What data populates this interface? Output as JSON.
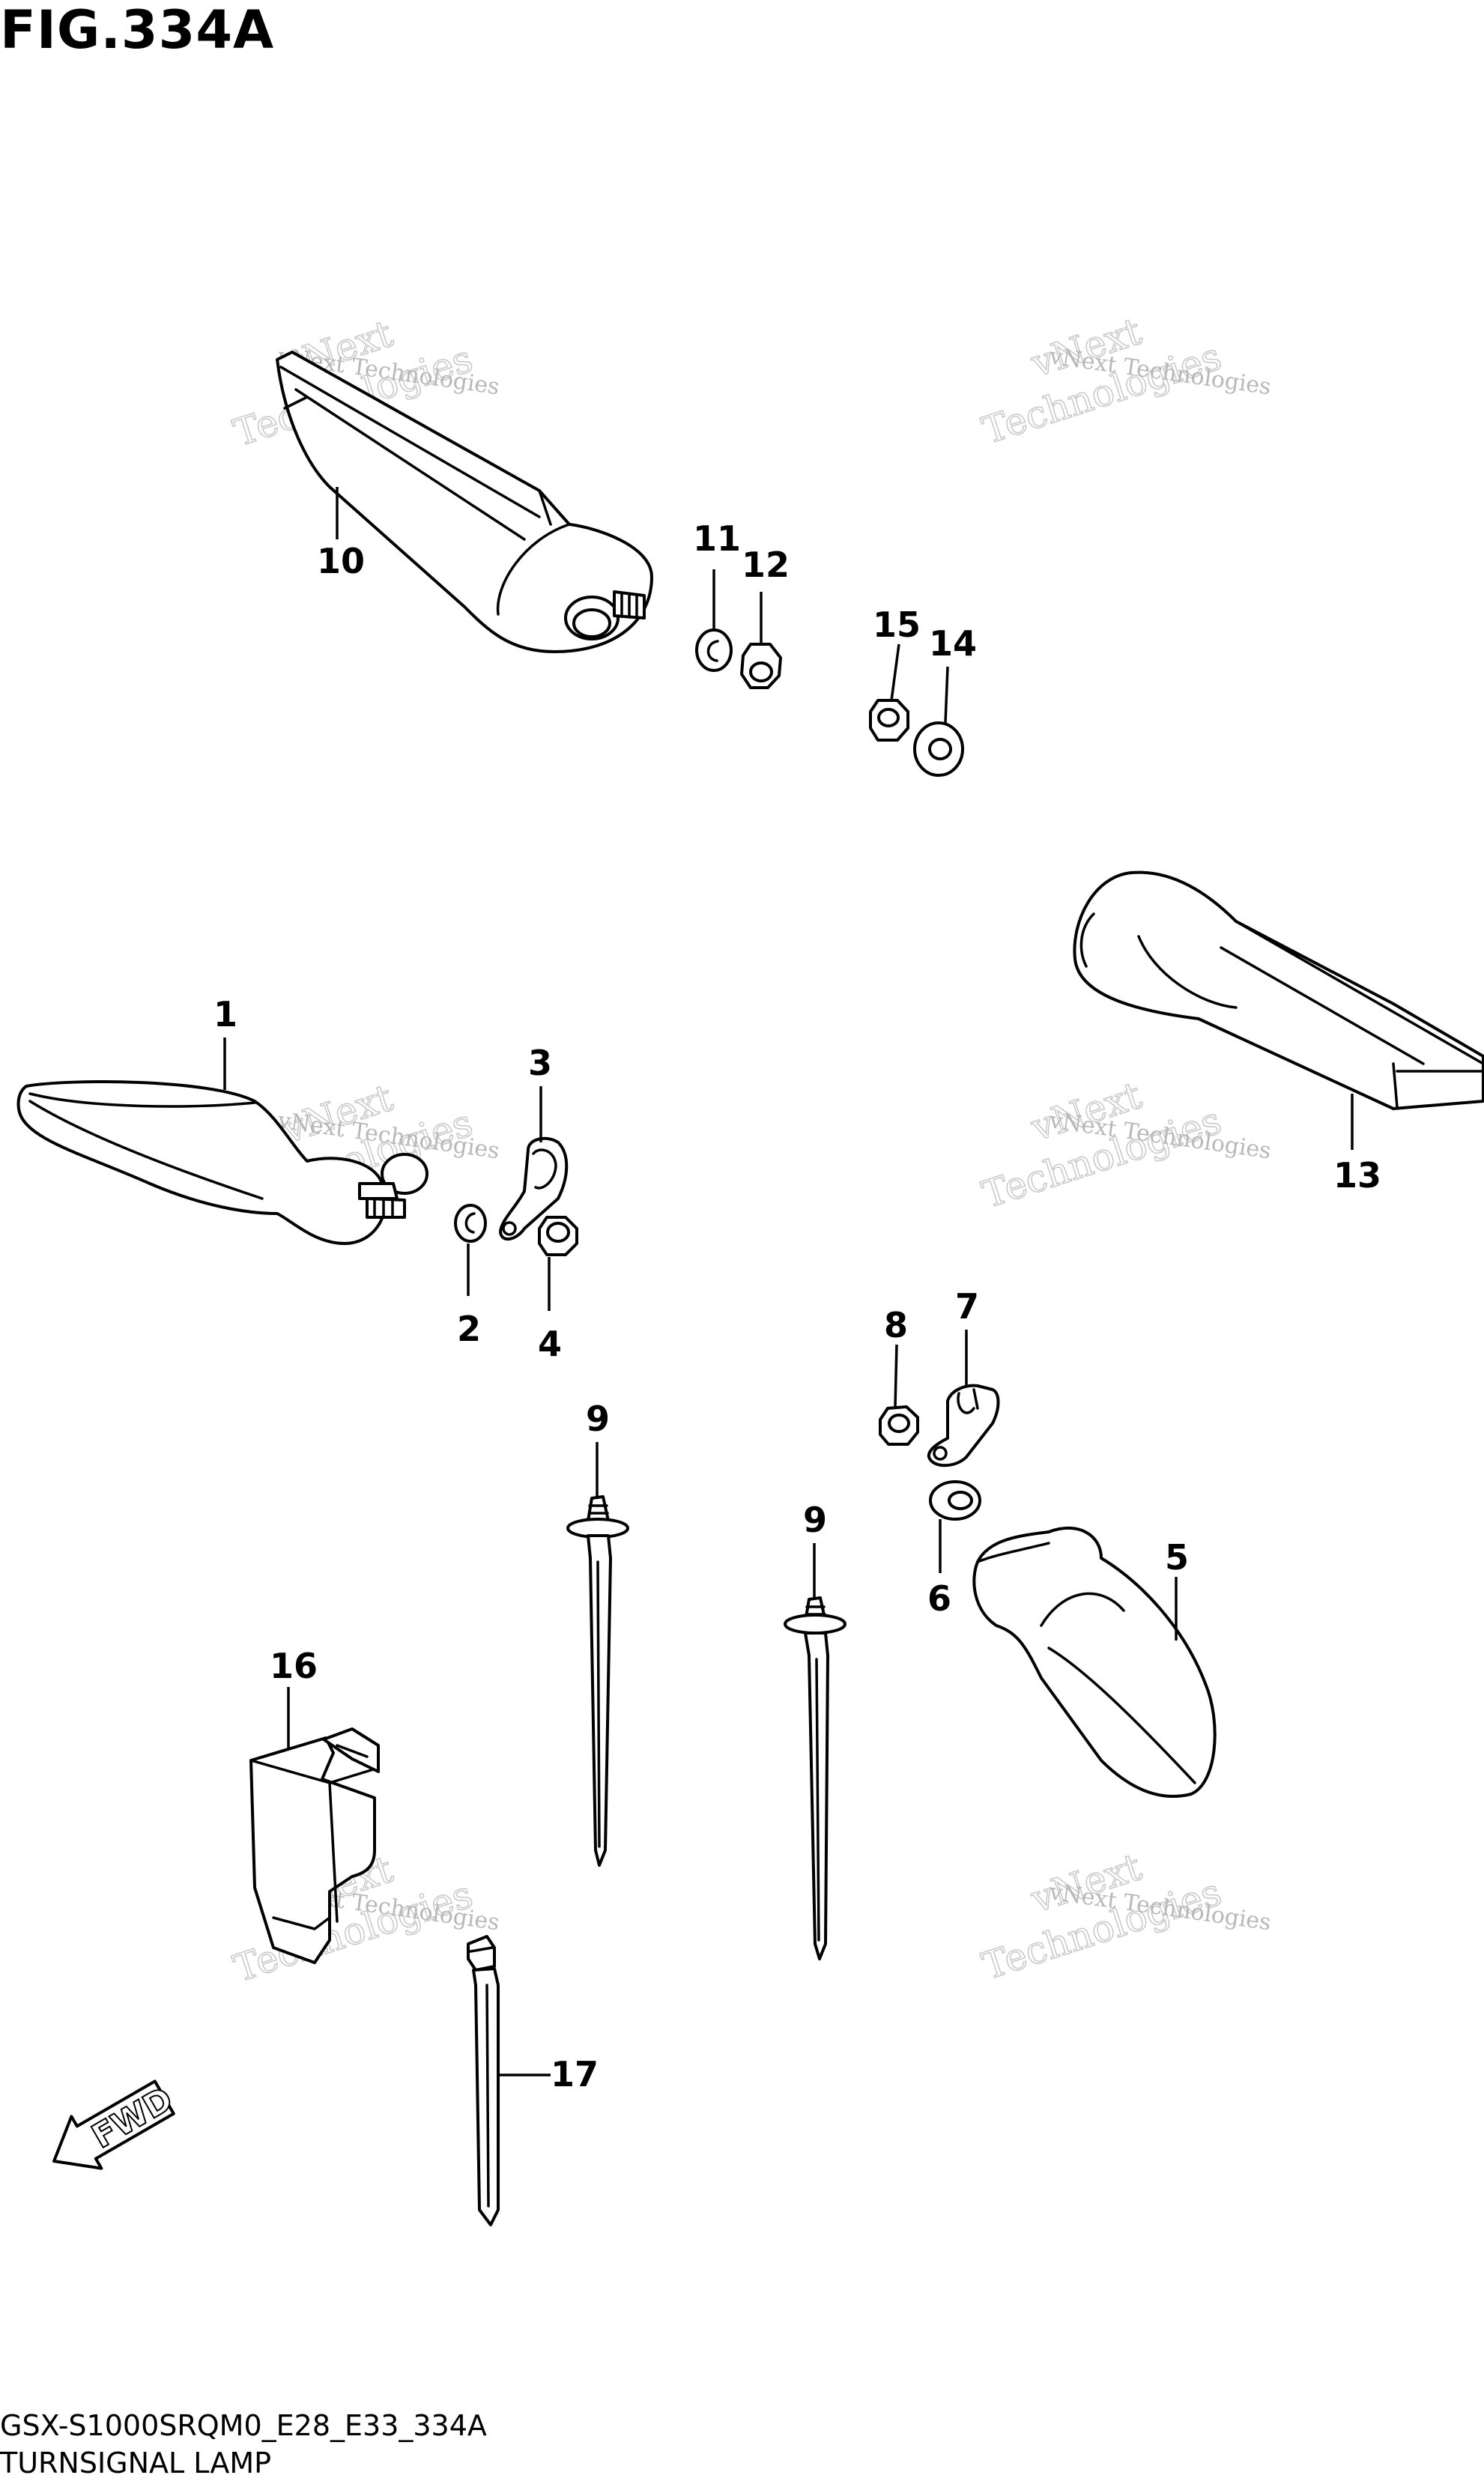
{
  "figure": {
    "title": "FIG.334A",
    "code": "GSX-S1000SRQM0_E28_E33_334A",
    "name": "TURNSIGNAL LAMP"
  },
  "direction_label": "FWD",
  "watermark": {
    "line1": "vNext Technologies",
    "line2_a": "vNext",
    "line2_b": "Technologies"
  },
  "callouts": [
    "1",
    "2",
    "3",
    "4",
    "5",
    "6",
    "7",
    "8",
    "9",
    "9",
    "10",
    "11",
    "12",
    "13",
    "14",
    "15",
    "16",
    "17"
  ]
}
